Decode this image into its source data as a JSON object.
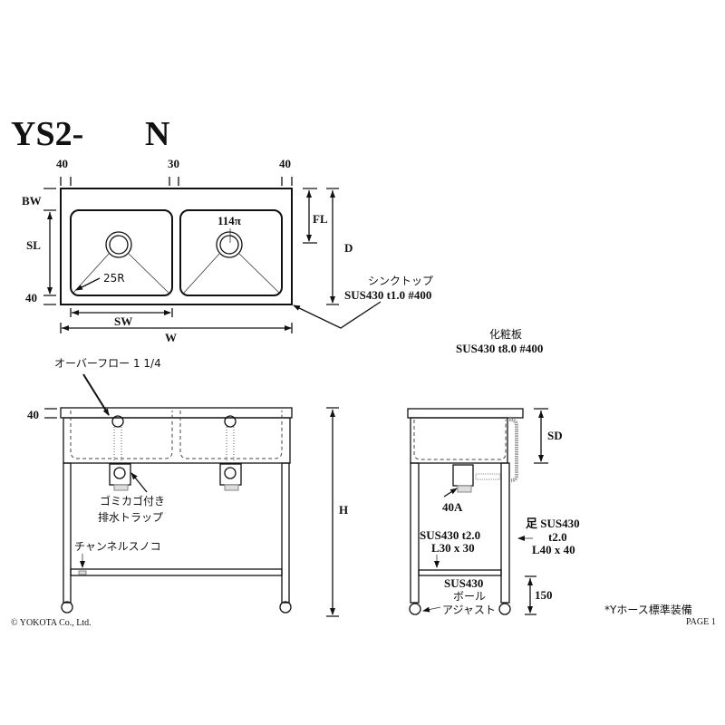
{
  "title": {
    "model_prefix": "YS2-",
    "model_suffix": "N"
  },
  "top_view": {
    "margin_left": "40",
    "divider": "30",
    "margin_right": "40",
    "bw": "BW",
    "sl": "SL",
    "front_margin": "40",
    "sw": "SW",
    "w": "W",
    "fl": "FL",
    "d": "D",
    "drain_size": "114π",
    "corner_radius": "25R"
  },
  "sink_top": {
    "name": "シンクトップ",
    "spec": "SUS430 t1.0 #400"
  },
  "front_panel": {
    "name": "化粧板",
    "spec": "SUS430 t8.0 #400"
  },
  "front_view": {
    "overflow": "オーバーフロー 1 1/4",
    "top_thickness": "40",
    "height": "H",
    "trap_line1": "ゴミカゴ付き",
    "trap_line2": "排水トラップ",
    "shelf": "チャンネルスノコ"
  },
  "side_view": {
    "sd": "SD",
    "drain": "40A",
    "frame_line1": "SUS430 t2.0",
    "frame_line2": "L30 x 30",
    "leg_line1": "足 SUS430",
    "leg_line2": "t2.0",
    "leg_line3": "L40 x 40",
    "adjuster_line1": "SUS430",
    "adjuster_line2": "ボール",
    "adjuster_line3": "アジャスト",
    "shelf_height": "150"
  },
  "notes": {
    "hose": "*Yホース標準装備",
    "page": "PAGE 1",
    "copyright": "© YOKOTA Co., Ltd."
  }
}
